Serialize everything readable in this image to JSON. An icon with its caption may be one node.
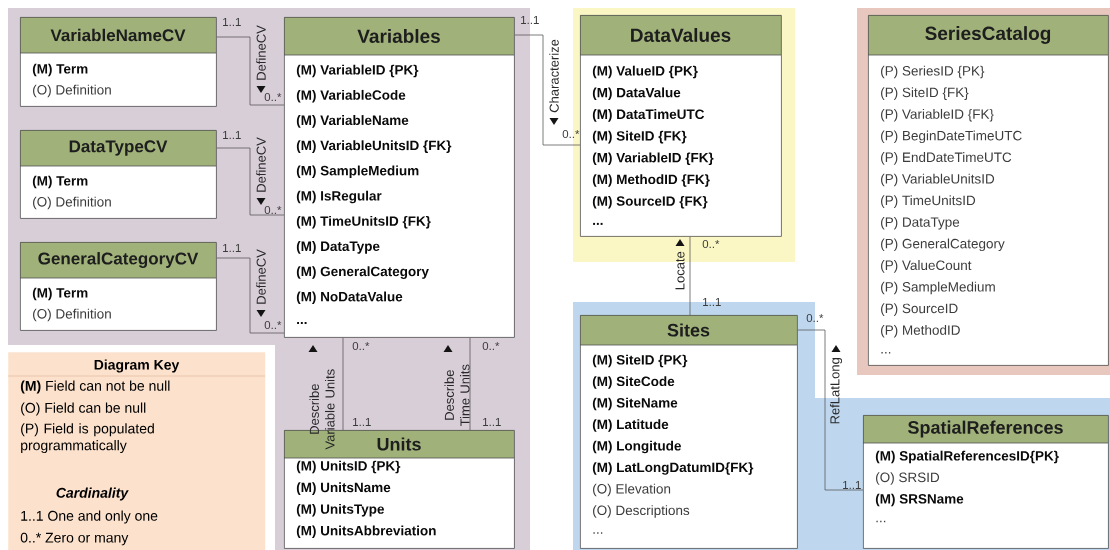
{
  "diagram": {
    "nodes": [
      {
        "text": [
          "VariableNameCV",
          "(M) Term",
          "(O) Definition"
        ]
      },
      {
        "text": [
          "Variables",
          "(M) VariableID {PK}",
          "(M) VariableCode",
          "(M) VariableName",
          "(M) VariableUnitsID {FK}",
          "(M) SampleMedium",
          "(M) IsRegular",
          "(M) TimeUnitsID {FK}",
          "(M) DataType",
          "(M) GeneralCategory",
          "(M) NoDataValue",
          "..."
        ]
      },
      {
        "text": [
          "DataValues",
          "(M) ValueID {PK}",
          "(M) DataValue",
          "(M) DataTimeUTC",
          "(M) SiteID {FK}",
          "(M) VariableID {FK}",
          "(M) MethodID {FK}",
          "(M) SourceID {FK}",
          "..."
        ]
      },
      {
        "text": [
          "SeriesCatalog",
          "(P) SeriesID {PK}",
          "(P) SiteID {FK}",
          "(P) VariableID {FK}",
          "(P) BeginDateTimeUTC",
          "(P) EndDateTimeUTC",
          "(P) VariableUnitsID",
          "(P) TimeUnitsID",
          "(P) DataType",
          "(P) GeneralCategory",
          "(P) ValueCount",
          "(P) SampleMedium",
          "(P) SourceID",
          "(P) MethodID",
          "..."
        ]
      },
      {
        "text": [
          "DataTypeCV",
          "(M) Term",
          "(O) Definition"
        ]
      },
      {
        "text": [
          "GeneralCategoryCV",
          "(M) Term",
          "(O) Definition"
        ]
      },
      {
        "text": [
          "Sites",
          "(M) SiteID {PK}",
          "(M) SiteCode",
          "(M) SiteName",
          "(M) Latitude",
          "(M) Longitude",
          "(M) LatLongDatumID{FK}",
          "(O) Elevation",
          "(O) Descriptions",
          "..."
        ]
      },
      {
        "text": [
          "Diagram Key",
          "**(M)** Field can not be null",
          "(O) Field can be null",
          "(P) Field is populated programmatically",
          "Cardinality",
          "1..1 One and only one",
          "0..* Zero or many"
        ]
      },
      {
        "text": [
          "Units",
          "(M) UnitsID {PK}",
          "(M) UnitsName",
          "(M) UnitsType",
          "(M) UnitsAbbreviation"
        ]
      },
      {
        "text": [
          "SpatialReferences",
          "(M) SpatialReferencesID{PK}",
          "(O) SRSID",
          "(M) SRSName",
          "..."
        ]
      }
    ],
    "edges": [
      {
        "from": 0,
        "to": 1,
        "arrow": "none",
        "label": "DefineCV"
      },
      {
        "from": 4,
        "to": 1,
        "arrow": "none",
        "label": "DefineCV"
      },
      {
        "from": 5,
        "to": 1,
        "arrow": "none",
        "label": "DefineCV"
      },
      {
        "from": 1,
        "to": 2,
        "arrow": "none",
        "label": "Characterize"
      },
      {
        "from": 1,
        "to": 8,
        "arrow": "none",
        "label": "Describe Variable Units"
      },
      {
        "from": 1,
        "to": 8,
        "arrow": "none",
        "label": "Describe Time Units"
      },
      {
        "from": 2,
        "to": 6,
        "arrow": "none",
        "label": "Locate"
      },
      {
        "from": 6,
        "to": 9,
        "arrow": "none",
        "label": "RefLatLong"
      }
    ],
    "labels": [
      "1..1",
      "1..1",
      "0..*",
      "0..*",
      "1..1",
      "0..*",
      "0..*",
      "1..1",
      "1..1",
      "0..*",
      "0..*",
      "0..*",
      "0..*",
      "1..1",
      "1..1",
      "1..1"
    ]
  }
}
